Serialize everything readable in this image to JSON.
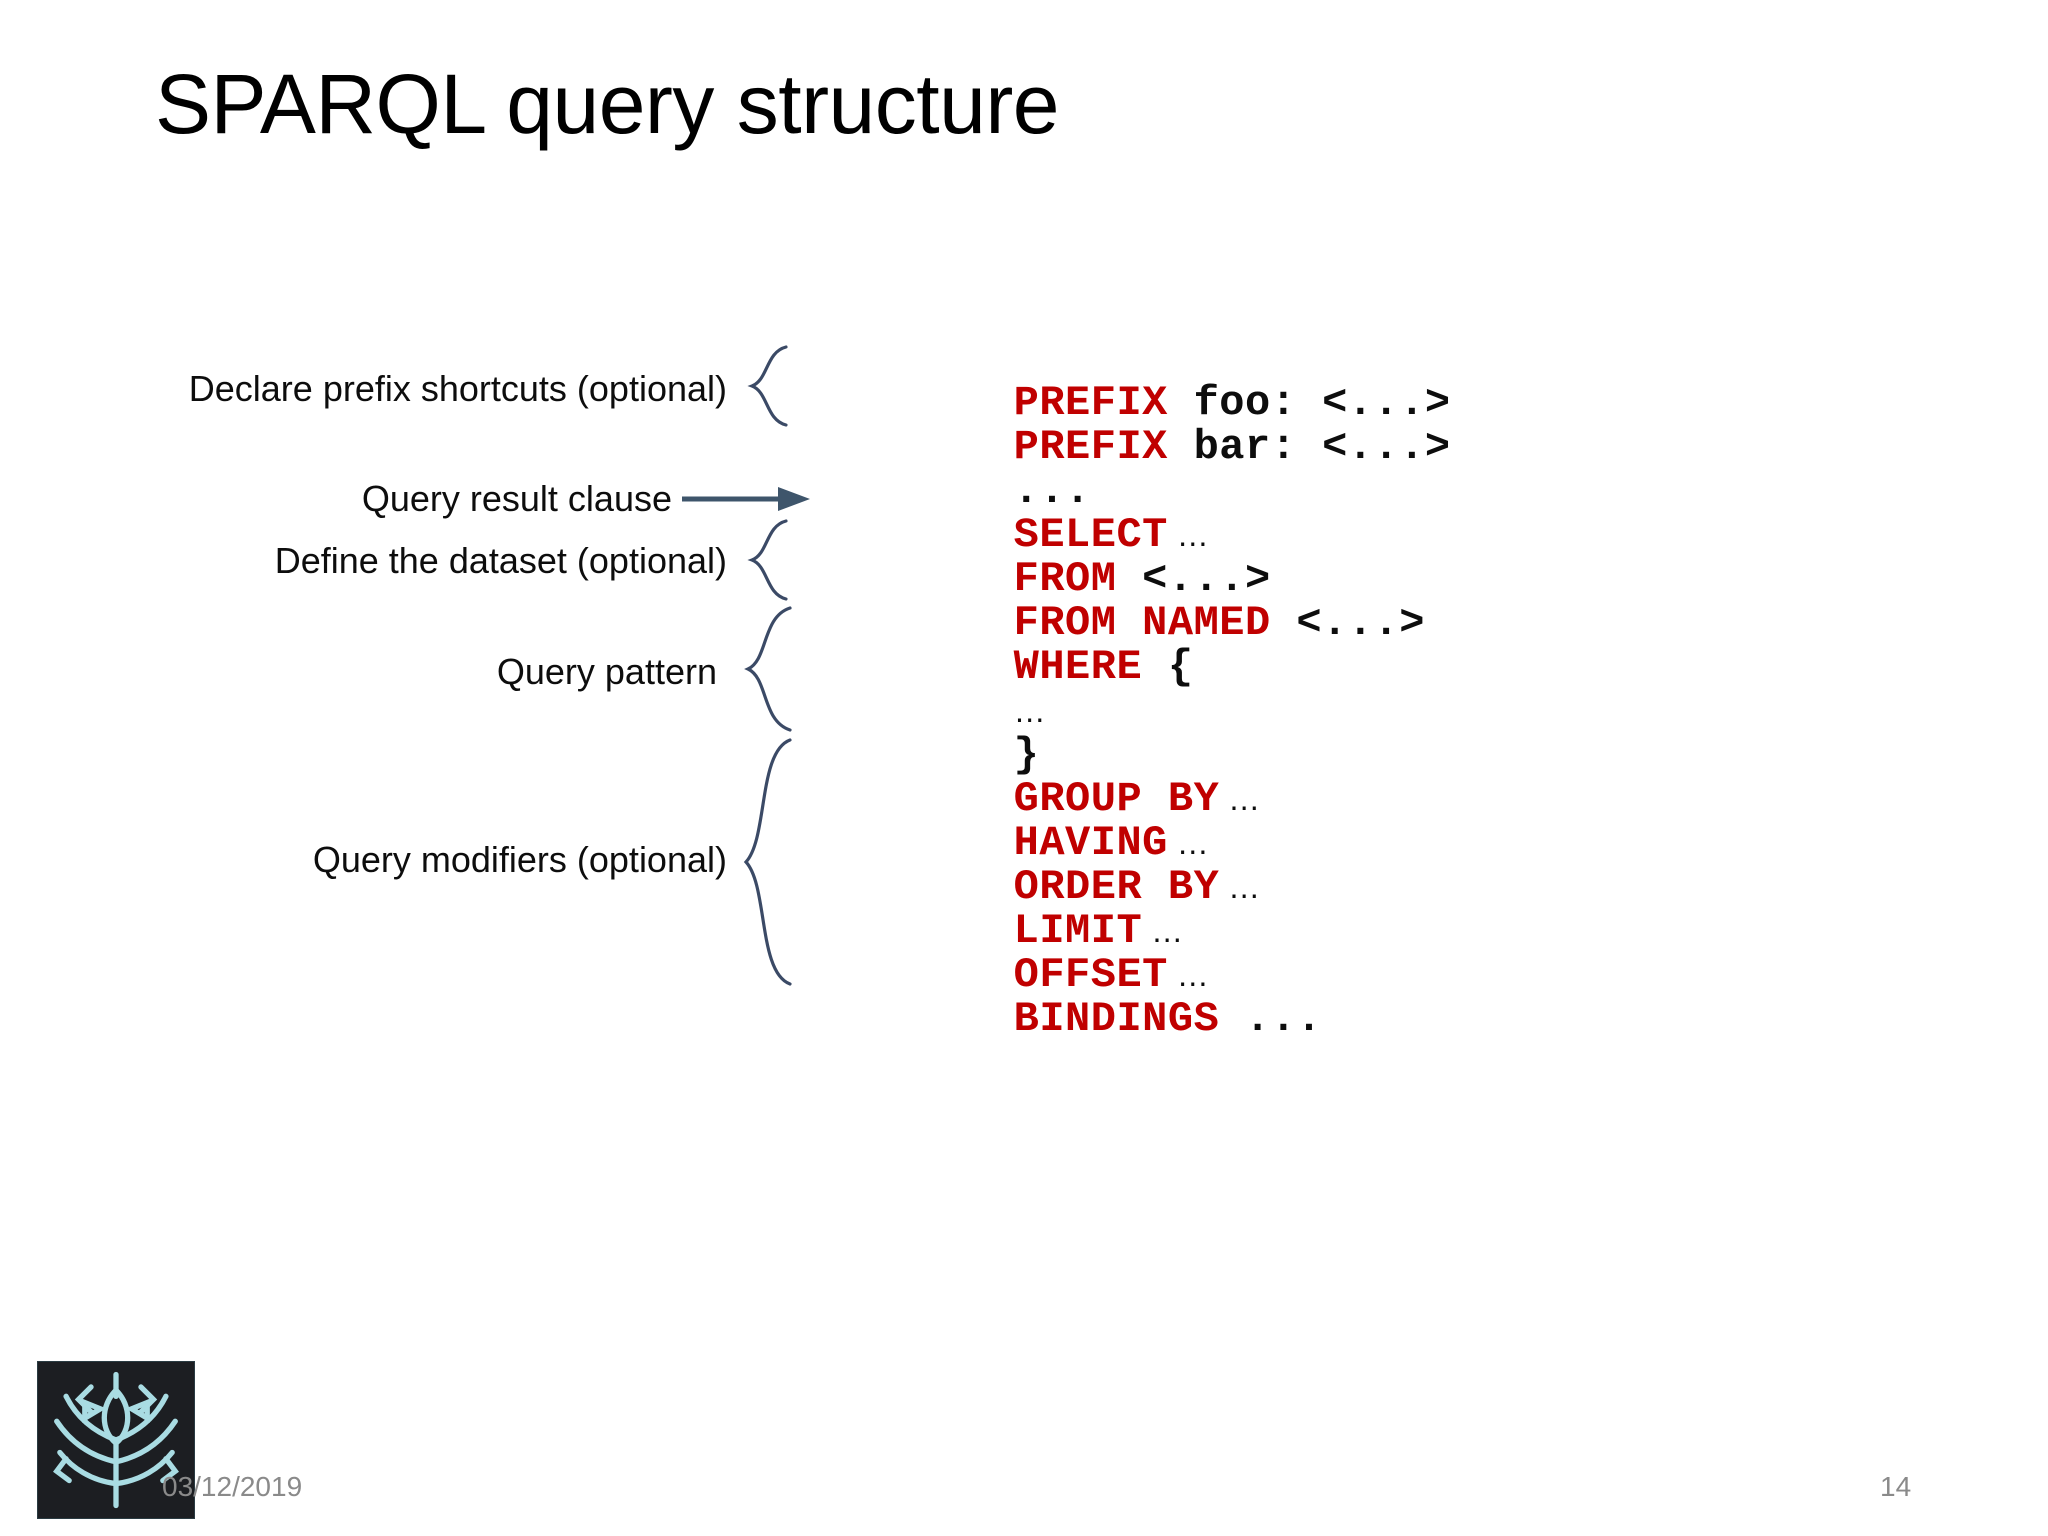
{
  "slide": {
    "title": "SPARQL query structure",
    "background_color": "#FFFFFF"
  },
  "colors": {
    "keyword_red": "#C00000",
    "text_black": "#0D0D0D",
    "brace_navy": "#3B4A66",
    "arrow_slate": "#3E556B",
    "footer_gray": "#8A8A8A",
    "logo_background": "#1C1E22",
    "logo_emblem": "#9FD8E0"
  },
  "annotations": [
    {
      "id": "prefix",
      "label": "Declare prefix shortcuts (optional)",
      "connector": "brace"
    },
    {
      "id": "result-clause",
      "label": "Query result clause",
      "connector": "arrow"
    },
    {
      "id": "dataset",
      "label": "Define the dataset (optional)",
      "connector": "brace"
    },
    {
      "id": "query-pattern",
      "label": "Query pattern",
      "connector": "brace"
    },
    {
      "id": "query-modifiers",
      "label": "Query modifiers (optional)",
      "connector": "brace"
    }
  ],
  "code": {
    "lines": [
      {
        "id": "prefix-foo",
        "keyword": "PREFIX",
        "rest": " foo: <...>",
        "ellipsis": ""
      },
      {
        "id": "prefix-bar",
        "keyword": "PREFIX",
        "rest": " bar: <...>",
        "ellipsis": ""
      },
      {
        "id": "prefix-more",
        "keyword": "",
        "rest": "...",
        "ellipsis": ""
      },
      {
        "id": "select",
        "keyword": "SELECT",
        "rest": "",
        "ellipsis": " …"
      },
      {
        "id": "from",
        "keyword": "FROM",
        "rest": " <...>",
        "ellipsis": ""
      },
      {
        "id": "from-named",
        "keyword": "FROM NAMED",
        "rest": " <...>",
        "ellipsis": ""
      },
      {
        "id": "where-open",
        "keyword": "WHERE",
        "rest": " {",
        "ellipsis": ""
      },
      {
        "id": "where-body",
        "keyword": "",
        "rest": "",
        "ellipsis": "…"
      },
      {
        "id": "where-close",
        "keyword": "",
        "rest": "}",
        "ellipsis": ""
      },
      {
        "id": "group-by",
        "keyword": "GROUP BY",
        "rest": "",
        "ellipsis": " …"
      },
      {
        "id": "having",
        "keyword": "HAVING",
        "rest": "",
        "ellipsis": " …"
      },
      {
        "id": "order-by",
        "keyword": "ORDER BY",
        "rest": "",
        "ellipsis": " …"
      },
      {
        "id": "limit",
        "keyword": "LIMIT",
        "rest": "",
        "ellipsis": " …"
      },
      {
        "id": "offset",
        "keyword": "OFFSET",
        "rest": "",
        "ellipsis": " …"
      },
      {
        "id": "bindings",
        "keyword": "BINDINGS",
        "rest": " ...",
        "ellipsis": ""
      }
    ]
  },
  "footer": {
    "date": "03/12/2019",
    "page_number": "14",
    "logo_name": "institution-logo"
  }
}
